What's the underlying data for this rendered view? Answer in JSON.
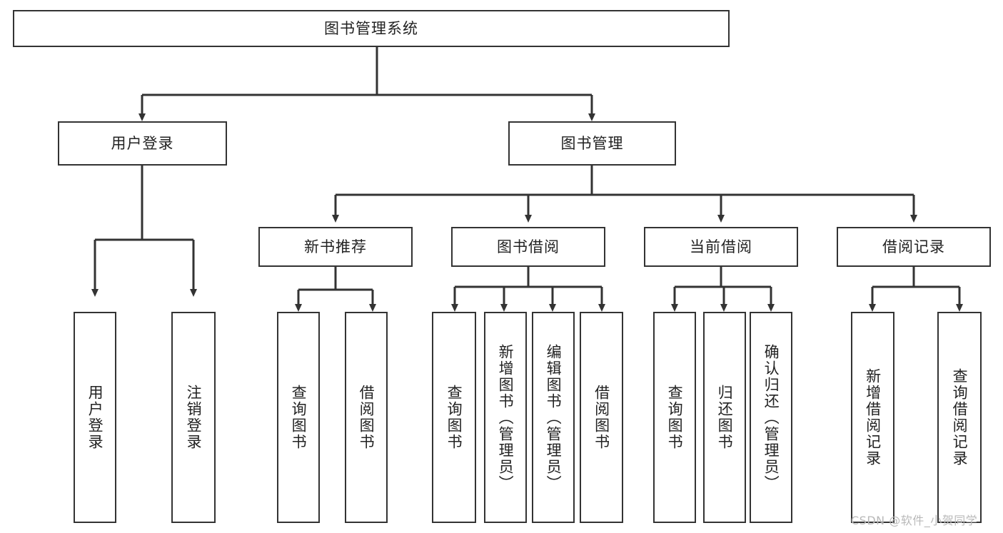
{
  "diagram": {
    "type": "hierarchy-tree",
    "title": "图书管理系统",
    "root": {
      "label": "图书管理系统"
    },
    "level2": [
      {
        "label": "用户登录"
      },
      {
        "label": "图书管理"
      }
    ],
    "level3": [
      {
        "label": "新书推荐"
      },
      {
        "label": "图书借阅"
      },
      {
        "label": "当前借阅"
      },
      {
        "label": "借阅记录"
      }
    ],
    "leaves": {
      "user_login": [
        {
          "label": "用户登录"
        },
        {
          "label": "注销登录"
        }
      ],
      "new_book_recommend": [
        {
          "label": "查询图书"
        },
        {
          "label": "借阅图书"
        }
      ],
      "book_borrow": [
        {
          "label": "查询图书"
        },
        {
          "label": "新增图书（管理员）"
        },
        {
          "label": "编辑图书（管理员）"
        },
        {
          "label": "借阅图书"
        }
      ],
      "current_borrow": [
        {
          "label": "查询图书"
        },
        {
          "label": "归还图书"
        },
        {
          "label": "确认归还（管理员）"
        }
      ],
      "borrow_record": [
        {
          "label": "新增借阅记录"
        },
        {
          "label": "查询借阅记录"
        }
      ]
    }
  },
  "watermark": {
    "text": "CSDN @软件_小贺同学"
  },
  "colors": {
    "stroke": "#333333",
    "box_fill": "#ffffff",
    "text": "#222222",
    "watermark": "#b9b9b9"
  }
}
